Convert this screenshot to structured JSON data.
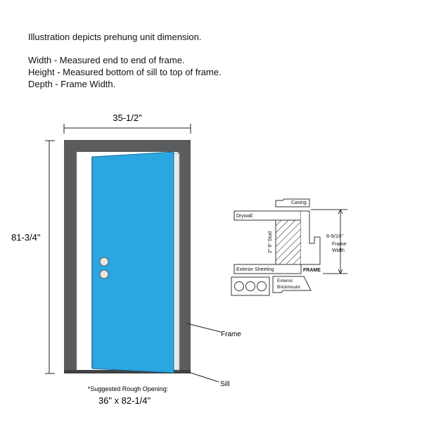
{
  "notes": {
    "intro": "Illustration depicts prehung unit dimension.",
    "width_def": "Width - Measured end to end of frame.",
    "height_def": "Height - Measured bottom of sill to top of frame.",
    "depth_def": "Depth - Frame Width."
  },
  "door": {
    "width_label": "35-1/2\"",
    "height_label": "81-3/4\"",
    "frame_label": "Frame",
    "sill_label": "Sill",
    "rough_opening_note": "*Suggested Rough Opening:",
    "rough_opening_value": "36\" x 82-1/4\"",
    "colors": {
      "slab": "#2aa6e0",
      "frame": "#5a5c5e"
    }
  },
  "section": {
    "casing": "Casing",
    "drywall": "Drywall",
    "stud": "2\" 6\" Stud",
    "exterior_sheeting": "Exterior Sheeting",
    "frame": "FRAME",
    "exterior_brickmould_line1": "Exterior",
    "exterior_brickmould_line2": "Brickmould",
    "depth_value": "6-9/16\"",
    "depth_label_line1": "Frame",
    "depth_label_line2": "Width"
  }
}
